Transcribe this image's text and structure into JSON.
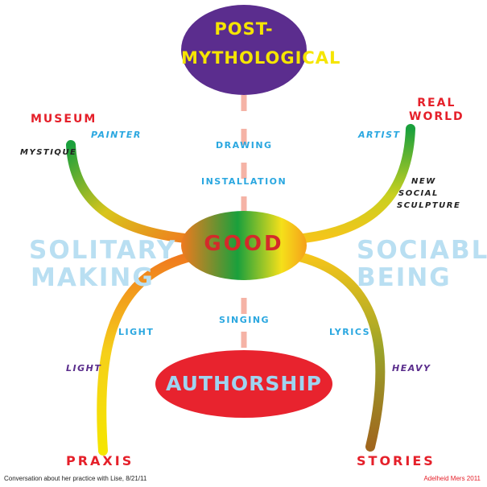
{
  "top_node": {
    "line1": "POST-",
    "line2": "MYTHOLOGICAL"
  },
  "center_node": "GOOD",
  "bottom_node": "AUTHORSHIP",
  "corners": {
    "top_left": "MUSEUM",
    "top_right_line1": "REAL",
    "top_right_line2": "WORLD",
    "bottom_left": "PRAXIS",
    "bottom_right": "STORIES"
  },
  "sides": {
    "left_line1": "SOLITARY",
    "left_line2": "MAKING",
    "right_line1": "SOCIABLE",
    "right_line2": "BEING"
  },
  "axis_labels": {
    "drawing": "DRAWING",
    "installation": "INSTALLATION",
    "singing": "SINGING"
  },
  "branch_labels": {
    "painter": "PAINTER",
    "mystique": "MYSTIQUE",
    "artist": "ARTIST",
    "new_social_sculpture": [
      "NEW",
      "SOCIAL",
      "SCULPTURE"
    ],
    "light_upper": "LIGHT",
    "light_lower": "LIGHT",
    "lyrics": "LYRICS",
    "heavy": "HEAVY"
  },
  "footer": {
    "caption": "Conversation about her practice with Lise, 8/21/11",
    "credit": "Adelheid Mers 2011"
  },
  "colors": {
    "purple": "#5b2d8e",
    "yellow": "#f5e500",
    "red": "#e5202a",
    "light_blue": "#b9dff2",
    "blue": "#2aa7e0",
    "green": "#1aa03c",
    "orange": "#f07a1e"
  }
}
